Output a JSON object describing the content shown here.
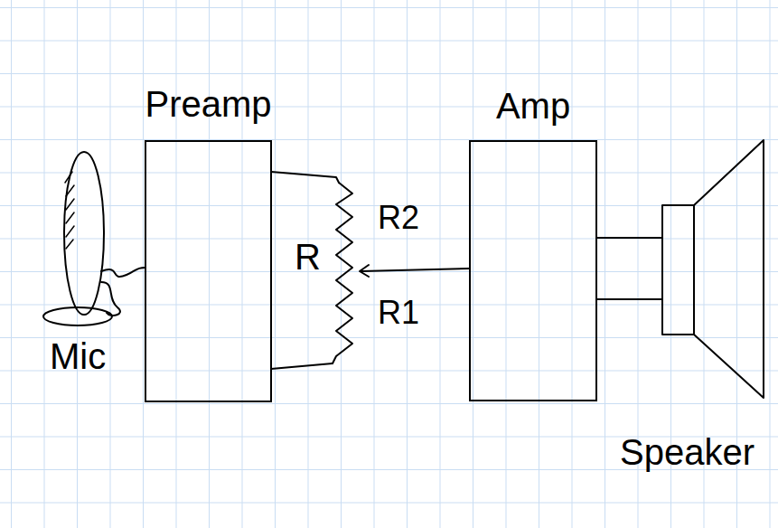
{
  "diagram": {
    "nodes": [
      {
        "text": [
          "Preamp"
        ]
      },
      {
        "text": [
          "Amp"
        ]
      }
    ],
    "labels": [
      "Mic",
      "R",
      "R2",
      "R1",
      "Speaker"
    ]
  }
}
